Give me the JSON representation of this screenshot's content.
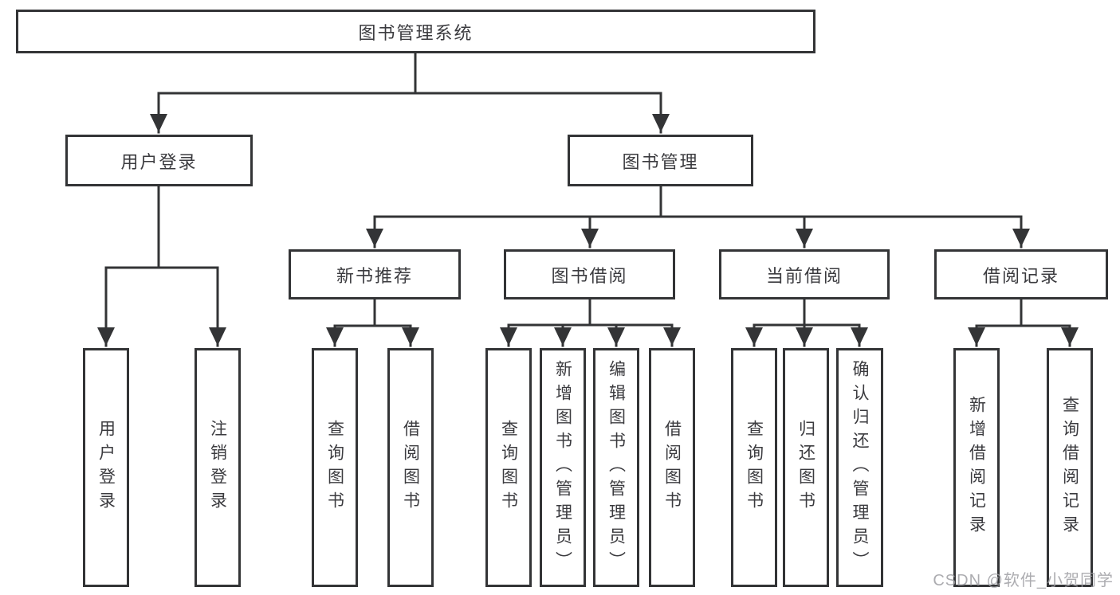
{
  "root": {
    "label": "图书管理系统"
  },
  "branches": {
    "login": {
      "label": "用户登录",
      "children": [
        {
          "label": "用户登录"
        },
        {
          "label": "注销登录"
        }
      ]
    },
    "mgmt": {
      "label": "图书管理",
      "groups": [
        {
          "label": "新书推荐",
          "children": [
            {
              "label": "查询图书"
            },
            {
              "label": "借阅图书"
            }
          ]
        },
        {
          "label": "图书借阅",
          "children": [
            {
              "label": "查询图书"
            },
            {
              "label": "新增图书（管理员）"
            },
            {
              "label": "编辑图书（管理员）"
            },
            {
              "label": "借阅图书"
            }
          ]
        },
        {
          "label": "当前借阅",
          "children": [
            {
              "label": "查询图书"
            },
            {
              "label": "归还图书"
            },
            {
              "label": "确认归还（管理员）"
            }
          ]
        },
        {
          "label": "借阅记录",
          "children": [
            {
              "label": "新增借阅记录"
            },
            {
              "label": "查询借阅记录"
            }
          ]
        }
      ]
    }
  },
  "watermark": {
    "text": "CSDN @软件_小贺同学"
  },
  "colors": {
    "line": "#333436",
    "text": "#3b3b3f",
    "background": "#ffffff",
    "watermark": "#9e9ea3"
  }
}
